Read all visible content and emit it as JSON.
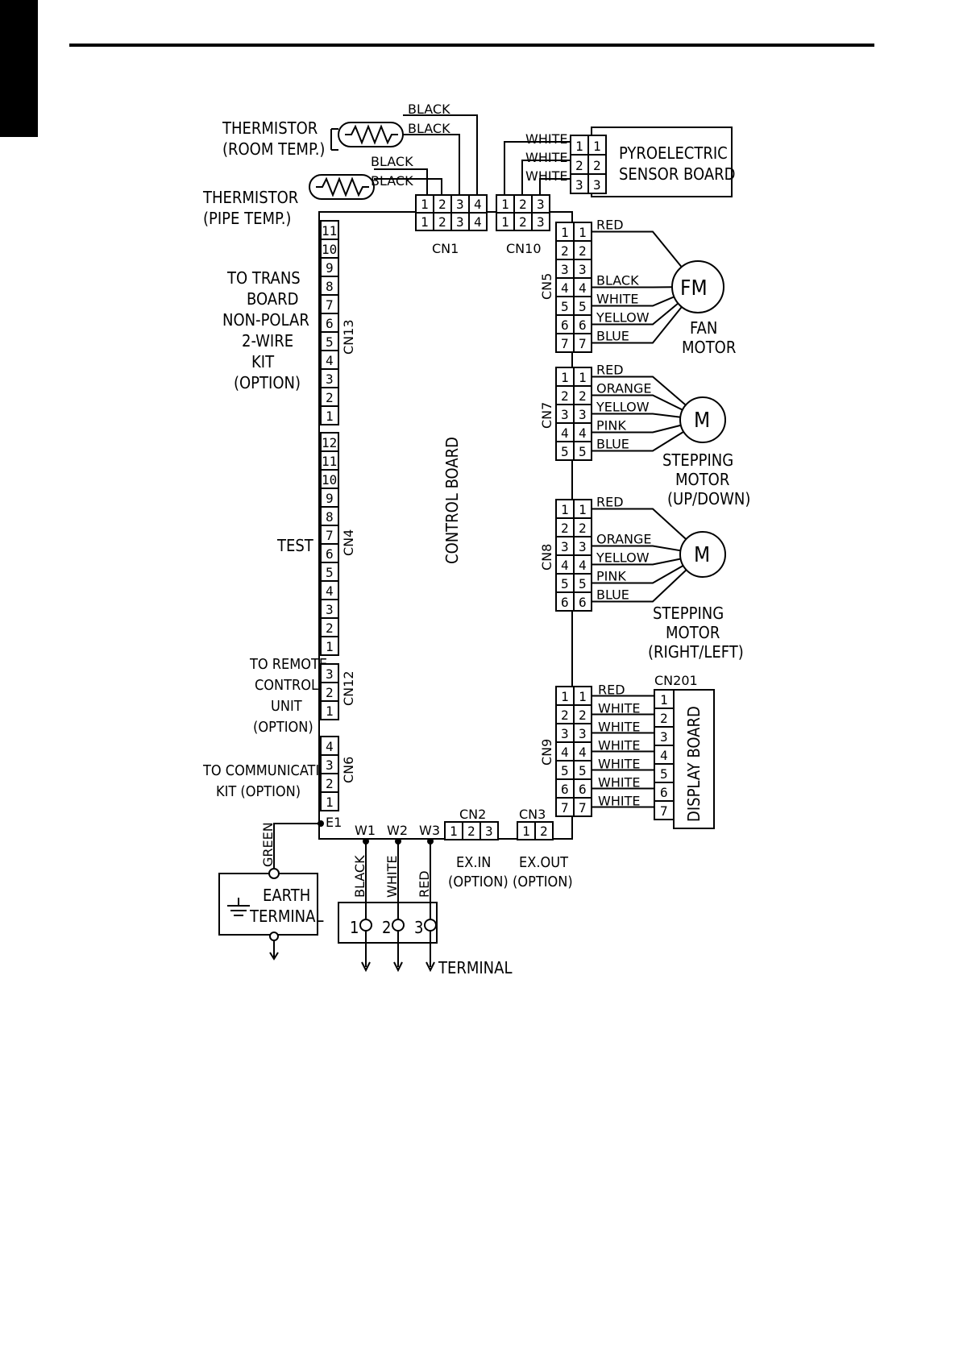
{
  "labels": {
    "thermistor_room": [
      "THERMISTOR",
      "(ROOM TEMP.)"
    ],
    "thermistor_pipe": [
      "THERMISTOR",
      "(PIPE TEMP.)"
    ],
    "to_trans": [
      "TO TRANS",
      "BOARD",
      "NON-POLAR",
      "2-WIRE",
      "KIT",
      "(OPTION)"
    ],
    "test": "TEST",
    "to_remote": [
      "TO REMOTE",
      "CONTROL",
      "UNIT",
      "(OPTION)"
    ],
    "to_comm": [
      "TO COMMUNICATION",
      "KIT (OPTION)"
    ],
    "control_board": "CONTROL BOARD",
    "pyro": [
      "PYROELECTRIC",
      "SENSOR BOARD"
    ],
    "fan_motor": [
      "FAN",
      "MOTOR"
    ],
    "fm": "FM",
    "motor_m": "M",
    "step_ud": [
      "STEPPING",
      "MOTOR",
      "(UP/DOWN)"
    ],
    "step_rl": [
      "STEPPING",
      "MOTOR",
      "(RIGHT/LEFT)"
    ],
    "display_board": "DISPLAY BOARD",
    "earth": [
      "EARTH",
      "TERMINAL"
    ],
    "terminal": "TERMINAL",
    "ex_in": [
      "EX.IN",
      "(OPTION)"
    ],
    "ex_out": [
      "EX.OUT",
      "(OPTION)"
    ],
    "e1": "E1",
    "w1": "W1",
    "w2": "W2",
    "w3": "W3",
    "green": "GREEN",
    "terminal_pins": [
      "1",
      "2",
      "3"
    ]
  },
  "connectors": {
    "CN1": [
      "1",
      "2",
      "3",
      "4"
    ],
    "CN10": [
      "1",
      "2",
      "3"
    ],
    "CN13": [
      "11",
      "10",
      "9",
      "8",
      "7",
      "6",
      "5",
      "4",
      "3",
      "2",
      "1"
    ],
    "CN4": [
      "12",
      "11",
      "10",
      "9",
      "8",
      "7",
      "6",
      "5",
      "4",
      "3",
      "2",
      "1"
    ],
    "CN12": [
      "3",
      "2",
      "1"
    ],
    "CN6": [
      "4",
      "3",
      "2",
      "1"
    ],
    "CN5": [
      "1",
      "2",
      "3",
      "4",
      "5",
      "6",
      "7"
    ],
    "CN7": [
      "1",
      "2",
      "3",
      "4",
      "5"
    ],
    "CN8": [
      "1",
      "2",
      "3",
      "4",
      "5",
      "6"
    ],
    "CN9": [
      "1",
      "2",
      "3",
      "4",
      "5",
      "6",
      "7"
    ],
    "CN201": [
      "1",
      "2",
      "3",
      "4",
      "5",
      "6",
      "7"
    ],
    "CN2": [
      "1",
      "2",
      "3"
    ],
    "CN3": [
      "1",
      "2"
    ],
    "pyro_pins": [
      "1",
      "2",
      "3"
    ]
  },
  "connector_names": {
    "CN1": "CN1",
    "CN10": "CN10",
    "CN13": "CN13",
    "CN4": "CN4",
    "CN12": "CN12",
    "CN6": "CN6",
    "CN5": "CN5",
    "CN7": "CN7",
    "CN8": "CN8",
    "CN9": "CN9",
    "CN201": "CN201",
    "CN2": "CN2",
    "CN3": "CN3"
  },
  "wires": {
    "thermistor_top": [
      "BLACK",
      "BLACK",
      "BLACK",
      "BLACK"
    ],
    "pyro": [
      "WHITE",
      "WHITE",
      "WHITE"
    ],
    "cn5": [
      "RED",
      "BLACK",
      "WHITE",
      "YELLOW",
      "BLUE"
    ],
    "cn7": [
      "RED",
      "ORANGE",
      "YELLOW",
      "PINK",
      "BLUE"
    ],
    "cn8": [
      "RED",
      "ORANGE",
      "YELLOW",
      "PINK",
      "BLUE"
    ],
    "cn9": [
      "RED",
      "WHITE",
      "WHITE",
      "WHITE",
      "WHITE",
      "WHITE",
      "WHITE"
    ],
    "terminal": [
      "BLACK",
      "WHITE",
      "RED"
    ]
  }
}
